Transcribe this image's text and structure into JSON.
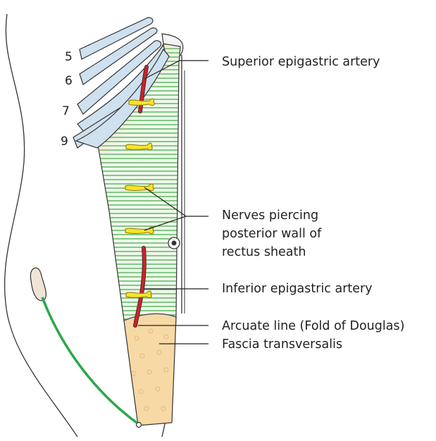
{
  "diagram": {
    "rib_numbers": [
      "5",
      "6",
      "7",
      "9"
    ],
    "labels": {
      "superior_epigastric_artery": "Superior epigastric artery",
      "nerves_line1": "Nerves piercing",
      "nerves_line2": "posterior wall of",
      "nerves_line3": "rectus sheath",
      "inferior_epigastric_artery": "Inferior epigastric artery",
      "arcuate_line": "Arcuate line (Fold of Douglas)",
      "fascia_transversalis": "Fascia transversalis"
    },
    "colors": {
      "rectus_muscle_lines": "#4caf50",
      "rectus_muscle_fill": "#eef8ea",
      "rectus_upper_tint": "#f6c9c0",
      "artery": "#d61f26",
      "nerve_fill": "#f5e428",
      "nerve_outline": "#9a7a10",
      "fascia": "#f7d9a6",
      "rib": "#cfe0ee",
      "iliac_nerve": "#2aa84a",
      "outline": "#333333"
    }
  }
}
